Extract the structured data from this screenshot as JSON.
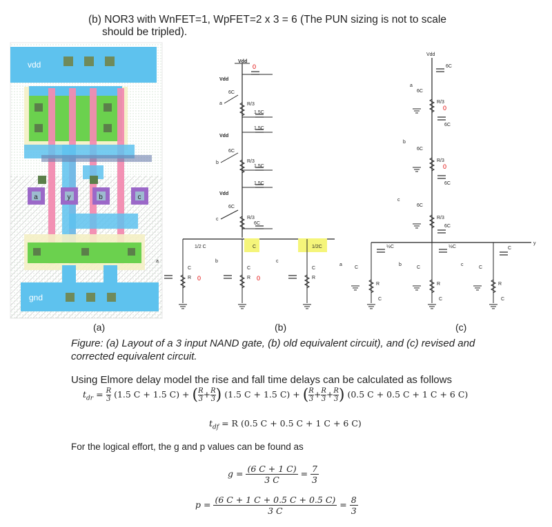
{
  "heading": {
    "line1": "(b) NOR3 with WnFET=1, WpFET=2 x 3 = 6 (The PUN sizing is not to scale",
    "line2": "should be tripled)."
  },
  "layout": {
    "vdd": "vdd",
    "gnd": "gnd",
    "inputs": [
      "a",
      "y",
      "b",
      "c"
    ]
  },
  "panel_labels": [
    "(a)",
    "(b)",
    "(c)"
  ],
  "circuit_b": {
    "supply": "Vdd",
    "inputs": [
      "a",
      "b",
      "c"
    ],
    "pullup_res": "R/3",
    "pullup_caps": [
      "6C",
      "1.5C",
      "1.5C",
      "6C"
    ],
    "pullup_caps_mid": [
      "6C",
      "6C"
    ],
    "node_caps": [
      "1/2 C",
      "C",
      "1/2C"
    ],
    "pulldown_res": "R",
    "pulldown_cap": "C",
    "zero": "0"
  },
  "circuit_c": {
    "supply": "Vdd",
    "inputs": [
      "a",
      "b",
      "c"
    ],
    "output": "y",
    "pullup_res": "R/3",
    "pullup_cap": "6C",
    "half_c": "½C",
    "pulldown_res": "R",
    "pulldown_cap": "C",
    "zero": "0"
  },
  "caption": "Figure: (a) Layout of a 3 input NAND gate, (b) old equivalent circuit), and (c) revised and corrected equivalent circuit.",
  "intro": "Using Elmore delay model the rise and fall time delays can be calculated as follows",
  "eq": {
    "tdr": "t",
    "tdr_sub": "dr",
    "R": "R",
    "three": "3",
    "t1": "(1.5 C + 1.5 C) +",
    "t2": "(1.5 C + 1.5 C) +",
    "t3": "(0.5 C + 0.5 C + 1 C + 6 C)",
    "tdf_sub": "df",
    "tdf_rhs": "= R (0.5 C + 0.5 C + 1 C + 6 C)"
  },
  "ge_text": "For the logical effort, the g and p values can be found as",
  "g_eq": {
    "lhs": "g =",
    "num": "(6 C + 1 C)",
    "den": "3 C",
    "res_num": "7",
    "res_den": "3"
  },
  "p_eq": {
    "lhs": "p =",
    "num": "(6 C + 1 C + 0.5 C + 0.5 C)",
    "den": "3 C",
    "res_num": "8",
    "res_den": "3"
  }
}
